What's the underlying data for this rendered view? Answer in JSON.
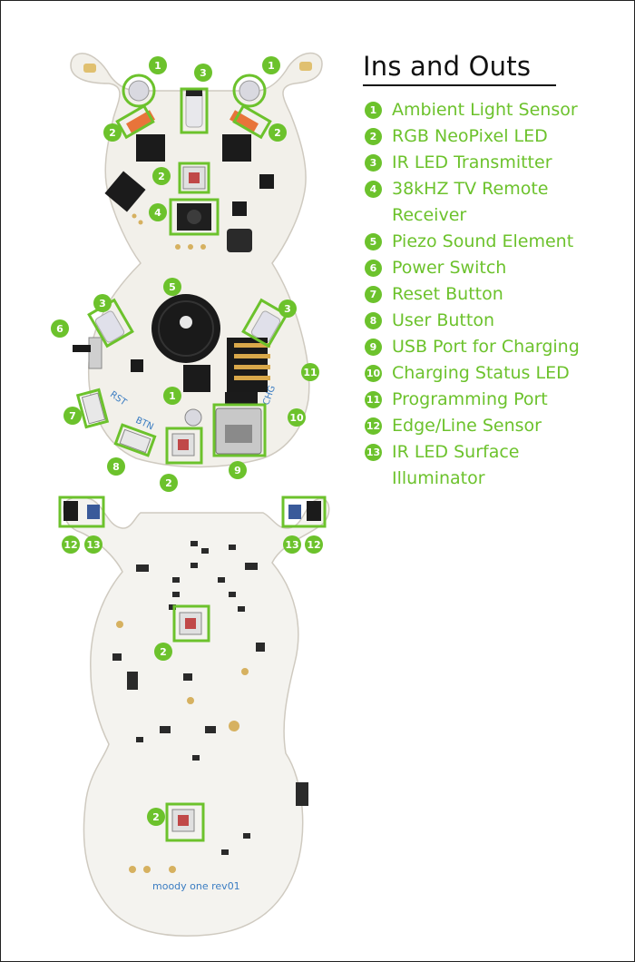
{
  "colors": {
    "accent_green": "#6cc22c",
    "pcb_white": "#f2f0ea",
    "component_black": "#1b1b1b",
    "silkscreen_blue": "#3a7cc2"
  },
  "legend": {
    "title": "Ins and Outs",
    "items": [
      {
        "num": "1",
        "label": "Ambient Light Sensor"
      },
      {
        "num": "2",
        "label": "RGB NeoPixel LED"
      },
      {
        "num": "3",
        "label": "IR LED Transmitter"
      },
      {
        "num": "4",
        "label": "38kHZ TV Remote",
        "label2": "Receiver"
      },
      {
        "num": "5",
        "label": "Piezo Sound Element"
      },
      {
        "num": "6",
        "label": "Power Switch"
      },
      {
        "num": "7",
        "label": "Reset Button"
      },
      {
        "num": "8",
        "label": "User Button"
      },
      {
        "num": "9",
        "label": "USB Port for Charging"
      },
      {
        "num": "10",
        "label": "Charging Status LED"
      },
      {
        "num": "11",
        "label": "Programming Port"
      },
      {
        "num": "12",
        "label": "Edge/Line Sensor"
      },
      {
        "num": "13",
        "label": "IR LED Surface",
        "label2": "Illuminator"
      }
    ]
  },
  "board_front": {
    "silk_rst": "RST",
    "silk_btn": "BTN",
    "silk_chg": "CHG"
  },
  "board_back": {
    "silk_name": "moody one rev01"
  }
}
